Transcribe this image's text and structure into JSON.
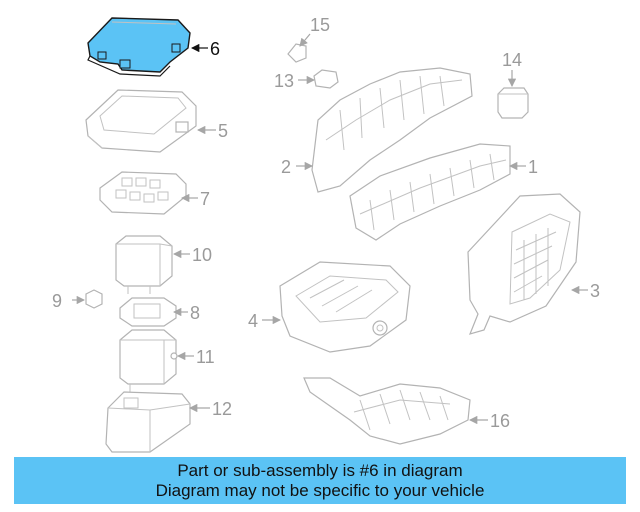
{
  "diagram": {
    "callouts": [
      "1",
      "2",
      "3",
      "4",
      "5",
      "6",
      "7",
      "8",
      "9",
      "10",
      "11",
      "12",
      "13",
      "14",
      "15",
      "16"
    ],
    "highlighted": "6",
    "highlight_color": "#5bc3f5"
  },
  "banner": {
    "line1": "Part or sub-assembly is #6 in diagram",
    "line2": "Diagram may not be specific to your vehicle",
    "background": "#5bc3f5"
  }
}
